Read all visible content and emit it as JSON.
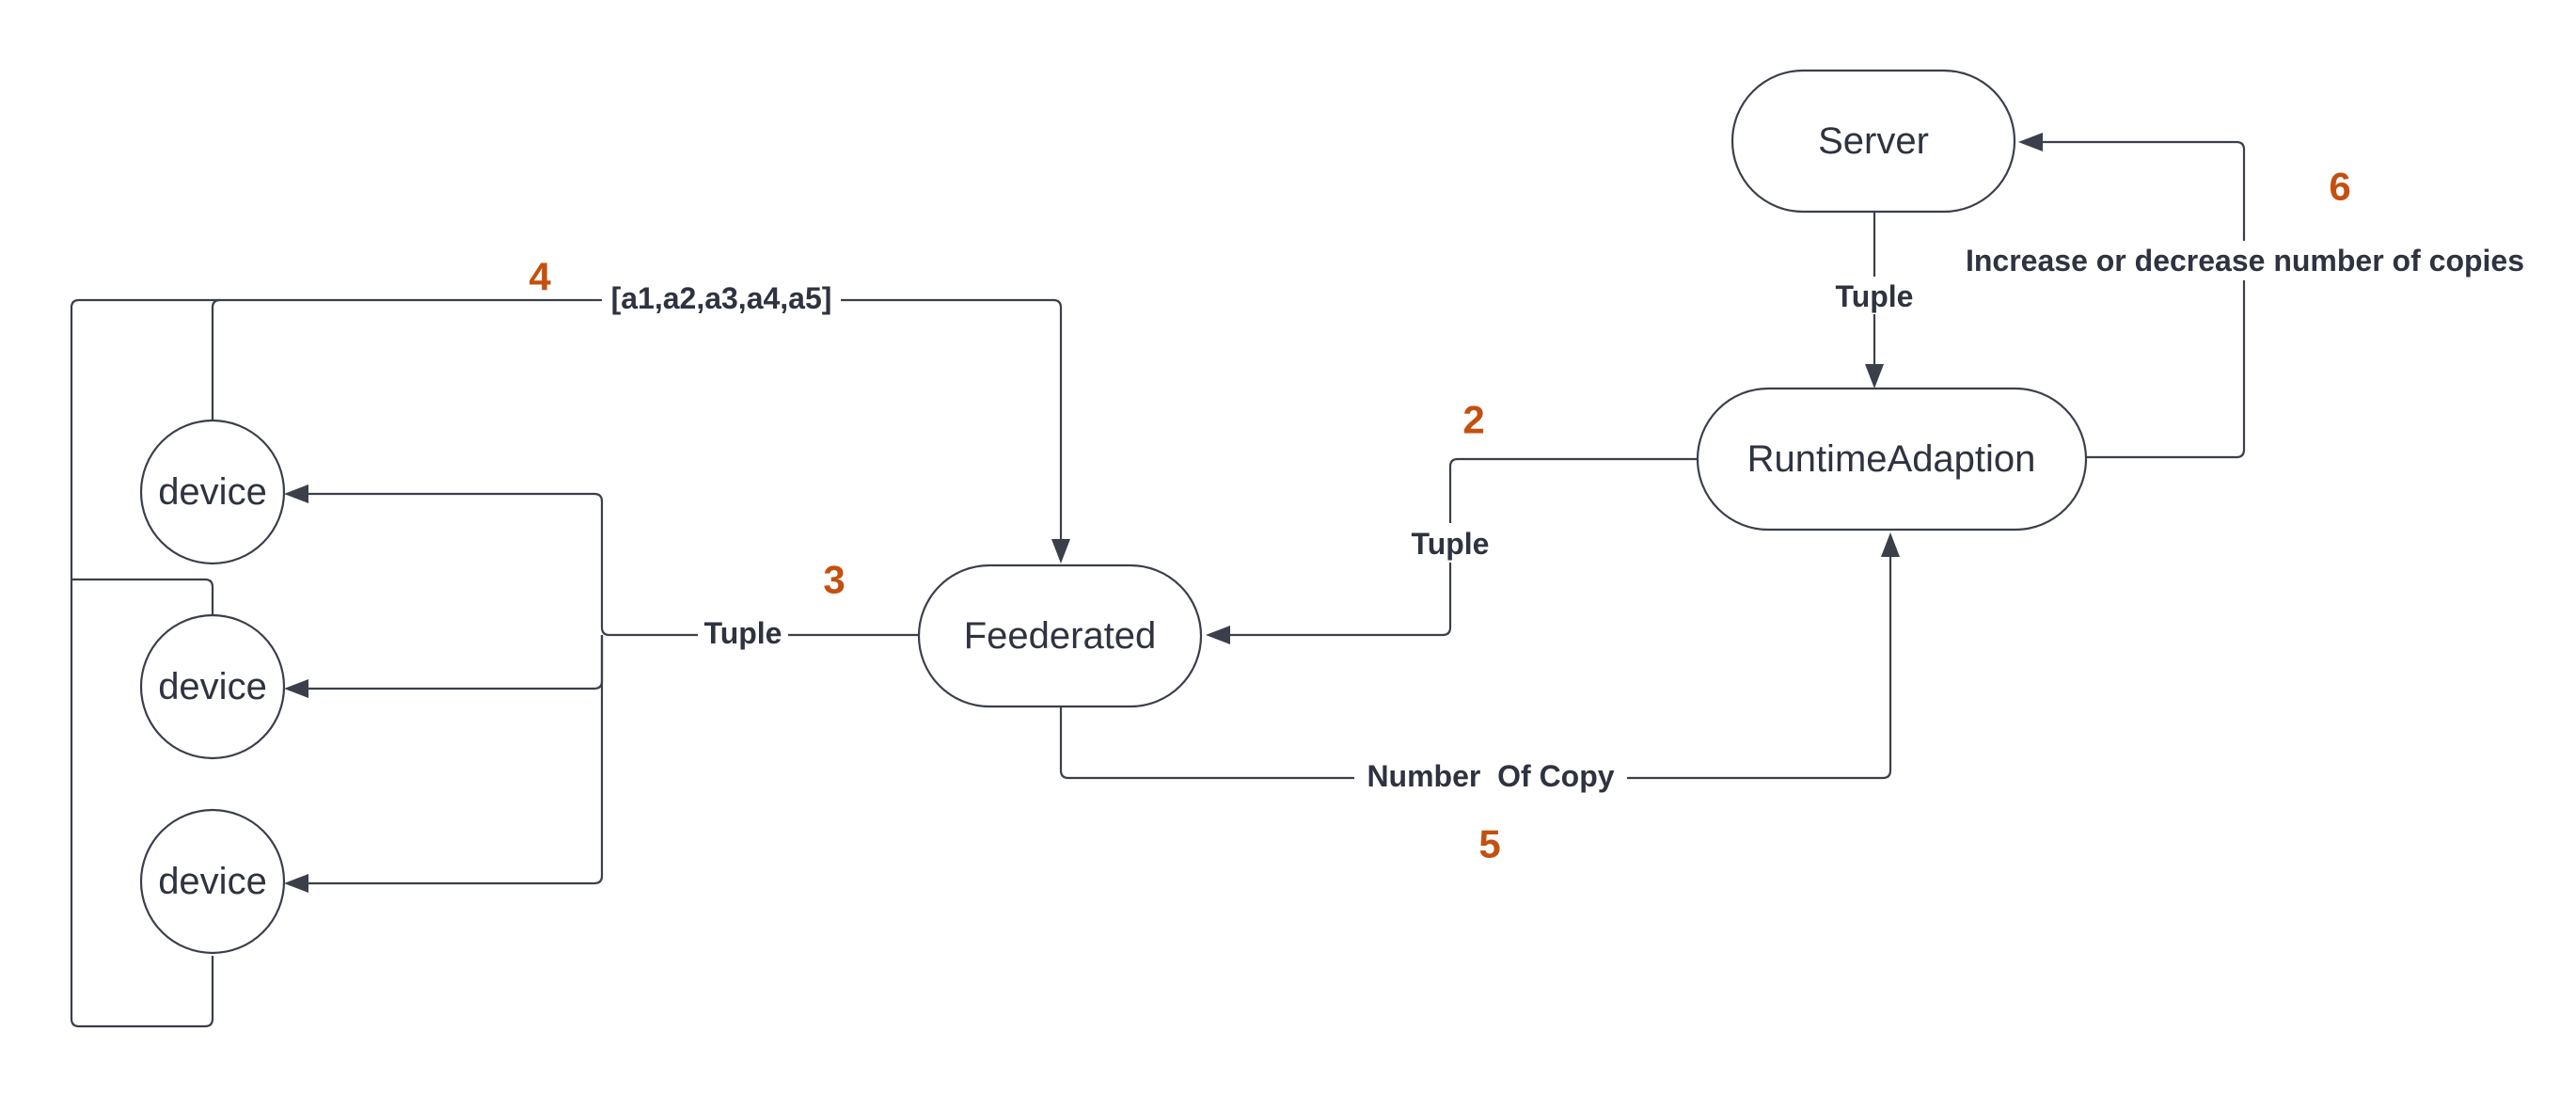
{
  "nodes": {
    "server": "Server",
    "runtime": "RuntimeAdaption",
    "federated": "Feederated",
    "device_1": "device",
    "device_2": "device",
    "device_3": "device"
  },
  "edge_labels": {
    "server_to_runtime": "Tuple",
    "runtime_to_federated": "Tuple",
    "federated_to_devices": "Tuple",
    "devices_to_federated": "[a1,a2,a3,a4,a5]",
    "federated_to_runtime": "Number  Of Copy",
    "runtime_to_server": "Increase or decrease number of copies"
  },
  "steps": {
    "two": "2",
    "three": "3",
    "four": "4",
    "five": "5",
    "six": "6"
  },
  "colors": {
    "line": "#3a3f4a",
    "text": "#2f3340",
    "step": "#c4500f"
  }
}
